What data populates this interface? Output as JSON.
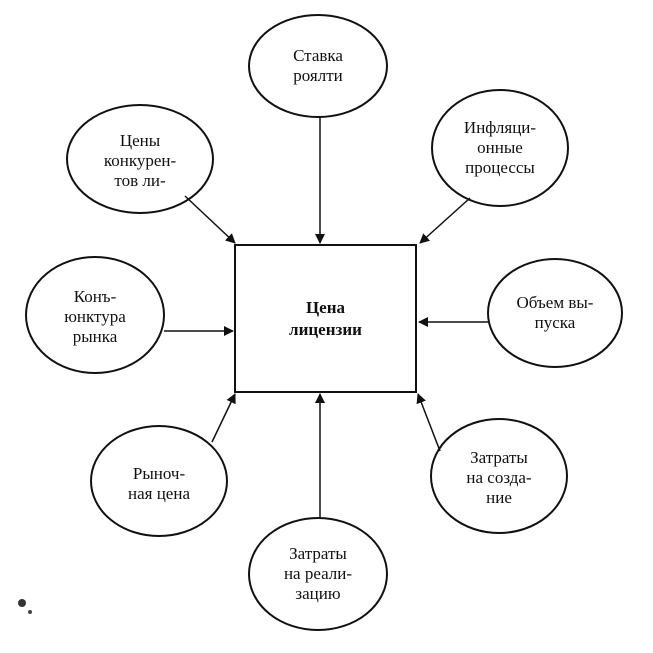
{
  "center": {
    "lines": [
      "Цена",
      "лицензии"
    ]
  },
  "factors": [
    {
      "id": "royalty",
      "lines": [
        "Ставка",
        "роялти"
      ]
    },
    {
      "id": "inflation",
      "lines": [
        "Инфляци-",
        "онные",
        "процессы"
      ]
    },
    {
      "id": "volume",
      "lines": [
        "Объем вы-",
        "пуска"
      ]
    },
    {
      "id": "creation-cost",
      "lines": [
        "Затраты",
        "на созда-",
        "ние"
      ]
    },
    {
      "id": "realization-cost",
      "lines": [
        "Затраты",
        "на реали-",
        "зацию"
      ]
    },
    {
      "id": "market-price",
      "lines": [
        "Рыноч-",
        "ная цена"
      ]
    },
    {
      "id": "market-conjuncture",
      "lines": [
        "Конъ-",
        "юнктура",
        "рынка"
      ]
    },
    {
      "id": "competitor-prices",
      "lines": [
        "Цены",
        "конкурен-",
        "тов ли-"
      ]
    }
  ]
}
